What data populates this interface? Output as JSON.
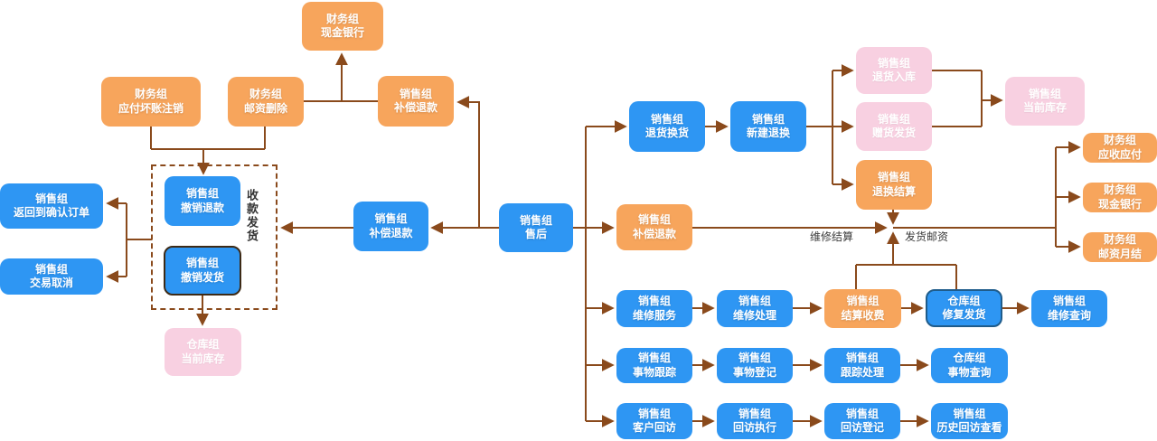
{
  "diagram": {
    "colors": {
      "node_blue": "#2e96f3",
      "node_orange": "#f7a55c",
      "node_pink": "#f8d0e1",
      "connector_brown": "#8a4a1c",
      "selected_border_dark": "#3d2a16",
      "selected_border_navy": "#1f5c8b"
    },
    "group": {
      "label": "收款发货"
    },
    "edge_labels": {
      "repair_settle": "维修结算",
      "ship_postage": "发货邮资"
    },
    "nodes": [
      {
        "line1": "财务组",
        "line2": "现金银行",
        "type": "orange"
      },
      {
        "line1": "财务组",
        "line2": "应付坏账注销",
        "type": "orange"
      },
      {
        "line1": "财务组",
        "line2": "邮资删除",
        "type": "orange"
      },
      {
        "line1": "销售组",
        "line2": "补偿退款",
        "type": "orange"
      },
      {
        "line1": "销售组",
        "line2": "返回到确认订单",
        "type": "blue"
      },
      {
        "line1": "销售组",
        "line2": "交易取消",
        "type": "blue"
      },
      {
        "line1": "销售组",
        "line2": "撤销退款",
        "type": "blue"
      },
      {
        "line1": "销售组",
        "line2": "撤销发货",
        "type": "blue-selected"
      },
      {
        "line1": "仓库组",
        "line2": "当前库存",
        "type": "pink"
      },
      {
        "line1": "销售组",
        "line2": "补偿退款",
        "type": "blue"
      },
      {
        "line1": "销售组",
        "line2": "售后",
        "type": "blue"
      },
      {
        "line1": "销售组",
        "line2": "退货换货",
        "type": "blue"
      },
      {
        "line1": "销售组",
        "line2": "新建退换",
        "type": "blue"
      },
      {
        "line1": "销售组",
        "line2": "退货入库",
        "type": "pink"
      },
      {
        "line1": "销售组",
        "line2": "赠货发货",
        "type": "pink"
      },
      {
        "line1": "销售组",
        "line2": "当前库存",
        "type": "pink"
      },
      {
        "line1": "销售组",
        "line2": "退换结算",
        "type": "orange"
      },
      {
        "line1": "销售组",
        "line2": "补偿退款",
        "type": "orange"
      },
      {
        "line1": "财务组",
        "line2": "应收应付",
        "type": "orange"
      },
      {
        "line1": "财务组",
        "line2": "现金银行",
        "type": "orange"
      },
      {
        "line1": "财务组",
        "line2": "邮资月结",
        "type": "orange"
      },
      {
        "line1": "销售组",
        "line2": "维修服务",
        "type": "blue"
      },
      {
        "line1": "销售组",
        "line2": "维修处理",
        "type": "blue"
      },
      {
        "line1": "销售组",
        "line2": "结算收费",
        "type": "orange"
      },
      {
        "line1": "仓库组",
        "line2": "修复发货",
        "type": "blue-selected"
      },
      {
        "line1": "销售组",
        "line2": "维修查询",
        "type": "blue"
      },
      {
        "line1": "销售组",
        "line2": "事物跟踪",
        "type": "blue"
      },
      {
        "line1": "销售组",
        "line2": "事物登记",
        "type": "blue"
      },
      {
        "line1": "销售组",
        "line2": "跟踪处理",
        "type": "blue"
      },
      {
        "line1": "仓库组",
        "line2": "事物查询",
        "type": "blue"
      },
      {
        "line1": "销售组",
        "line2": "客户回访",
        "type": "blue"
      },
      {
        "line1": "销售组",
        "line2": "回访执行",
        "type": "blue"
      },
      {
        "line1": "销售组",
        "line2": "回访登记",
        "type": "blue"
      },
      {
        "line1": "销售组",
        "line2": "历史回访查看",
        "type": "blue"
      }
    ]
  }
}
